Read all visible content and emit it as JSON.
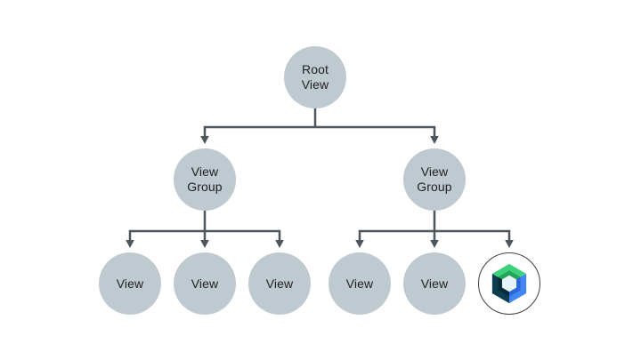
{
  "diagram": {
    "type": "tree",
    "description": "Android view hierarchy tree with Jetpack Compose node",
    "nodes": {
      "root": {
        "label": "Root\nView"
      },
      "group_left": {
        "label": "View\nGroup"
      },
      "group_right": {
        "label": "View\nGroup"
      },
      "view_left_1": {
        "label": "View"
      },
      "view_left_2": {
        "label": "View"
      },
      "view_left_3": {
        "label": "View"
      },
      "view_right_1": {
        "label": "View"
      },
      "view_right_2": {
        "label": "View"
      },
      "compose": {
        "label": "",
        "icon": "jetpack-compose-icon"
      }
    },
    "edges": [
      [
        "root",
        "group_left"
      ],
      [
        "root",
        "group_right"
      ],
      [
        "group_left",
        "view_left_1"
      ],
      [
        "group_left",
        "view_left_2"
      ],
      [
        "group_left",
        "view_left_3"
      ],
      [
        "group_right",
        "view_right_1"
      ],
      [
        "group_right",
        "view_right_2"
      ],
      [
        "group_right",
        "compose"
      ]
    ]
  },
  "colors": {
    "node-fill": "#bfc9d0",
    "line": "#4d565c",
    "text": "#202124",
    "logo-ring": "#3c4043",
    "logo-green": "#3bd17d",
    "logo-green-dark": "#26a456",
    "logo-blue": "#4285f4",
    "logo-blue-dark": "#2a67db",
    "logo-navy": "#0d3d51",
    "logo-navy-dark": "#082b3c",
    "logo-center": "#e7f3fb"
  }
}
